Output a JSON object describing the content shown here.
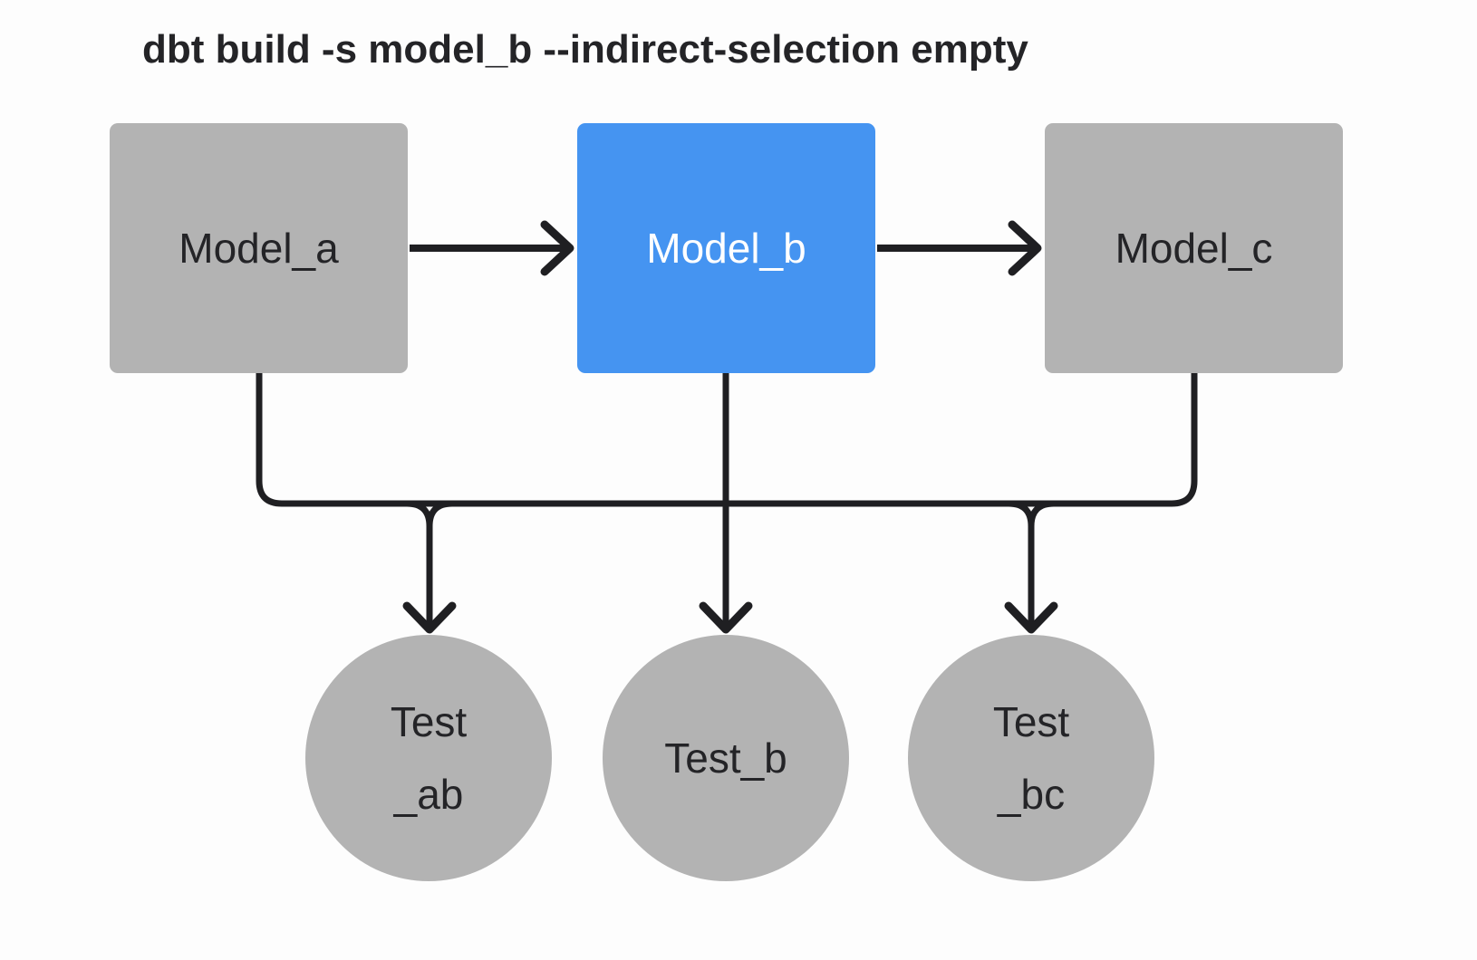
{
  "title": "dbt build -s model_b --indirect-selection empty",
  "colors": {
    "background": "#fdfdfd",
    "model_default": "#b3b3b3",
    "model_selected": "#4594f1",
    "line": "#1f1f22",
    "text_dark": "#242427",
    "text_light": "#ffffff"
  },
  "models": [
    {
      "id": "model_a",
      "label": "Model_a",
      "selected": false
    },
    {
      "id": "model_b",
      "label": "Model_b",
      "selected": true
    },
    {
      "id": "model_c",
      "label": "Model_c",
      "selected": false
    }
  ],
  "tests": [
    {
      "id": "test_ab",
      "lines": [
        "Test",
        "_ab"
      ]
    },
    {
      "id": "test_b",
      "lines": [
        "Test_b"
      ]
    },
    {
      "id": "test_bc",
      "lines": [
        "Test",
        "_bc"
      ]
    }
  ],
  "edges": [
    {
      "from": "model_a",
      "to": "model_b"
    },
    {
      "from": "model_b",
      "to": "model_c"
    },
    {
      "from": "model_a",
      "to": "test_ab"
    },
    {
      "from": "model_b",
      "to": "test_ab"
    },
    {
      "from": "model_b",
      "to": "test_b"
    },
    {
      "from": "model_b",
      "to": "test_bc"
    },
    {
      "from": "model_c",
      "to": "test_bc"
    }
  ]
}
